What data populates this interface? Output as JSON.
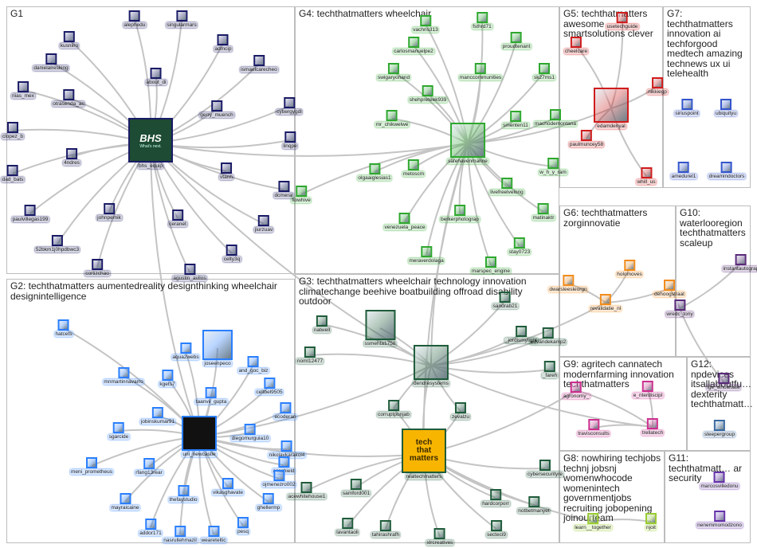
{
  "groups": [
    {
      "id": "G1",
      "title": "G1"
    },
    {
      "id": "G2",
      "title": "G2: techthatmatters aumentedreality designthinking wheelchair designintelligence"
    },
    {
      "id": "G3",
      "title": "G3: techthatmatters wheelchair technology innovation climatechange beehive boatbuilding offroad disability outdoor"
    },
    {
      "id": "G4",
      "title": "G4: techthatmatters wheelchair"
    },
    {
      "id": "G5",
      "title": "G5: techthatmatters awesome smartsolutions clever"
    },
    {
      "id": "G6",
      "title": "G6: techthatmatters zorginnovatie"
    },
    {
      "id": "G7",
      "title": "G7: techthatmatters innovation ai techforgood medtech amazing technews ux ui telehealth"
    },
    {
      "id": "G8",
      "title": "G8: nowhiring techjobs technj jobsnj womenwhocode womenintech governmentjobs recruiting jobopening joinourteam"
    },
    {
      "id": "G9",
      "title": "G9: agritech cannatech modernfarming innovation techthatmatters"
    },
    {
      "id": "G10",
      "title": "G10: waterlooregion techthatmatters scaleup"
    },
    {
      "id": "G11",
      "title": "G11: techthatmatt… ar security"
    },
    {
      "id": "G12",
      "title": "G12: npdevices itsallaboutfu… dexterity techthatmatt…"
    }
  ],
  "hubs": {
    "bhs": {
      "brand": "BHS",
      "tagline": "What's next."
    },
    "ttm": {
      "text": "tech\nthat\nmatters"
    }
  },
  "nodes": [
    {
      "id": "bhs_equip",
      "label": "bhs_equip",
      "group": "G1",
      "hub": "bhs"
    },
    {
      "id": "alephedu",
      "label": "alephedu",
      "group": "G1"
    },
    {
      "id": "singularmars",
      "label": "singularmars",
      "group": "G1"
    },
    {
      "id": "kusniiro",
      "label": "kusniiro",
      "group": "G1"
    },
    {
      "id": "danielalresking",
      "label": "danielalresking",
      "group": "G1"
    },
    {
      "id": "admcip",
      "label": "admcip",
      "group": "G1"
    },
    {
      "id": "ismaelcarecheo",
      "label": "ismaelcarecheo",
      "group": "G1"
    },
    {
      "id": "about_di",
      "label": "about_di",
      "group": "G1"
    },
    {
      "id": "riias_mex",
      "label": "riias_mex",
      "group": "G1"
    },
    {
      "id": "otrasenda_ac",
      "label": "otrasenda_ac",
      "group": "G1"
    },
    {
      "id": "gerry_muench",
      "label": "gerry_muench",
      "group": "G1"
    },
    {
      "id": "cybergygdl",
      "label": "cybergygdl",
      "group": "G1"
    },
    {
      "id": "clopez_b",
      "label": "clopez_b",
      "group": "G1"
    },
    {
      "id": "linqpe",
      "label": "linqpe",
      "group": "G1"
    },
    {
      "id": "4ndres",
      "label": "4ndres",
      "group": "G1"
    },
    {
      "id": "dad_bats",
      "label": "dad_bats",
      "group": "G1"
    },
    {
      "id": "vtanh",
      "label": "vtanh",
      "group": "G1"
    },
    {
      "id": "dcmeral",
      "label": "dcmeral",
      "group": "G1"
    },
    {
      "id": "paulvillegas199",
      "label": "paulvillegas199",
      "group": "G1"
    },
    {
      "id": "johnpemik",
      "label": "johnpemik",
      "group": "G1"
    },
    {
      "id": "ceranet",
      "label": "ceranet",
      "group": "G1"
    },
    {
      "id": "jiurzuav",
      "label": "jiurzuav",
      "group": "G1"
    },
    {
      "id": "52bkm1j0hpdbwc3",
      "label": "52bkm1j0hpdbwc3",
      "group": "G1"
    },
    {
      "id": "celty3q",
      "label": "celty3q",
      "group": "G1"
    },
    {
      "id": "cortizchao",
      "label": "cortizchao",
      "group": "G1"
    },
    {
      "id": "agustin_avilos",
      "label": "agustin_avilos",
      "group": "G1"
    },
    {
      "id": "safehavenmarine",
      "label": "safehavenmarine",
      "group": "G4",
      "hubSize": "big"
    },
    {
      "id": "vachris313",
      "label": "vachris313",
      "group": "G4"
    },
    {
      "id": "fsthrd71",
      "label": "fsthrd71",
      "group": "G4"
    },
    {
      "id": "carlosmanuelpe2",
      "label": "carlosmanuelpe2",
      "group": "G4"
    },
    {
      "id": "proudtenant",
      "label": "proudtenant",
      "group": "G4"
    },
    {
      "id": "swigaryonand",
      "label": "swigaryonand",
      "group": "G4"
    },
    {
      "id": "manccommunities",
      "label": "manccommunities",
      "group": "G4"
    },
    {
      "id": "sk27ms1",
      "label": "sk27ms1",
      "group": "G4"
    },
    {
      "id": "shehpreteek939",
      "label": "shehpreteek939",
      "group": "G4"
    },
    {
      "id": "mr_chikwelwe",
      "label": "mr_chikwelwe",
      "group": "G4"
    },
    {
      "id": "smenten11",
      "label": "smenten11",
      "group": "G4"
    },
    {
      "id": "machodemontana",
      "label": "machodemontana",
      "group": "G4"
    },
    {
      "id": "w_h_y_ram",
      "label": "w_h_y_ram",
      "group": "G4"
    },
    {
      "id": "olgaaiglesias1",
      "label": "olgaaiglesias1",
      "group": "G4"
    },
    {
      "id": "metoscm",
      "label": "metoscm",
      "group": "G4"
    },
    {
      "id": "livefreelvelong",
      "label": "livefreelvelong",
      "group": "G4"
    },
    {
      "id": "flowhive",
      "label": "flowhive",
      "group": "G4"
    },
    {
      "id": "venezuela_peace",
      "label": "venezuela_peace",
      "group": "G4"
    },
    {
      "id": "berkerphotograp",
      "label": "berkerphotograp",
      "group": "G4"
    },
    {
      "id": "matinaktr",
      "label": "matinaktr",
      "group": "G4"
    },
    {
      "id": "meraverdolaga",
      "label": "meraverdolaga",
      "group": "G4"
    },
    {
      "id": "marspec_engine",
      "label": "marspec_engine",
      "group": "G4"
    },
    {
      "id": "stay0723",
      "label": "stay0723",
      "group": "G4"
    },
    {
      "id": "edamdenyal",
      "label": "edamdenyal",
      "group": "G5",
      "hubSize": "big"
    },
    {
      "id": "usetechguide",
      "label": "usetechguide",
      "group": "G5"
    },
    {
      "id": "cheelcare",
      "label": "cheelcare",
      "group": "G5"
    },
    {
      "id": "nikkiegp",
      "label": "nikkiegp",
      "group": "G5"
    },
    {
      "id": "paulmuncey58",
      "label": "paulmuncey58",
      "group": "G5"
    },
    {
      "id": "whill_us",
      "label": "whill_us",
      "group": "G5"
    },
    {
      "id": "siriuspoint",
      "label": "siriuspoint",
      "group": "G7"
    },
    {
      "id": "ubiquityu",
      "label": "ubiquityu",
      "group": "G7"
    },
    {
      "id": "amedurel1",
      "label": "amedurel1",
      "group": "G7"
    },
    {
      "id": "dreamindoctors",
      "label": "dreamindoctors",
      "group": "G7"
    },
    {
      "id": "holomoves",
      "label": "holomoves",
      "group": "G6"
    },
    {
      "id": "dwarsleesleorgn",
      "label": "dwarsleesleorgn",
      "group": "G6"
    },
    {
      "id": "dehoogstraat",
      "label": "dehoogstraat",
      "group": "G6"
    },
    {
      "id": "revalidatie_nl",
      "label": "revalidatie_nl",
      "group": "G6"
    },
    {
      "id": "instantautograp",
      "label": "instantautograp",
      "group": "G10"
    },
    {
      "id": "wredc_tony",
      "label": "wredc_tony",
      "group": "G10"
    },
    {
      "id": "joseenpeco",
      "label": "joseenpeco",
      "group": "G2",
      "hubSize": "mid"
    },
    {
      "id": "hatcets",
      "label": "hatcets",
      "group": "G2"
    },
    {
      "id": "aqua2webs",
      "label": "aqua2webs",
      "group": "G2"
    },
    {
      "id": "and_goc_biz",
      "label": "and_goc_biz",
      "group": "G2"
    },
    {
      "id": "mnmartinnavarro",
      "label": "mnmartinnavarro",
      "group": "G2"
    },
    {
      "id": "kgets7",
      "label": "kgets7",
      "group": "G2"
    },
    {
      "id": "celtbel9505",
      "label": "celtbel9505",
      "group": "G2"
    },
    {
      "id": "taanvii_gupta",
      "label": "taanvii_gupta",
      "group": "G2"
    },
    {
      "id": "jobinskumar91",
      "label": "jobinskumar91",
      "group": "G2"
    },
    {
      "id": "ecoderan",
      "label": "ecoderan",
      "group": "G2"
    },
    {
      "id": "sgarcide",
      "label": "sgarcide",
      "group": "G2"
    },
    {
      "id": "uni_newcastle",
      "label": "uni_newcastle",
      "group": "G2",
      "hubSize": "big",
      "dark": true
    },
    {
      "id": "diegomurguia10",
      "label": "diegomurguia10",
      "group": "G2"
    },
    {
      "id": "nikolaykarakol4",
      "label": "nikolaykarakol4",
      "group": "G2"
    },
    {
      "id": "meni_prometheus",
      "label": "meni_prometheus",
      "group": "G2"
    },
    {
      "id": "rfang13rear",
      "label": "rfang13rear",
      "group": "G2"
    },
    {
      "id": "acsshield",
      "label": "acsshield",
      "group": "G2"
    },
    {
      "id": "ojmenezro002",
      "label": "ojmenezro002",
      "group": "G2"
    },
    {
      "id": "vikasghavate",
      "label": "vikasghavate",
      "group": "G2"
    },
    {
      "id": "mayraicaine",
      "label": "mayraicaine",
      "group": "G2"
    },
    {
      "id": "thefaystudio",
      "label": "thefaystudio",
      "group": "G2"
    },
    {
      "id": "ghellermp",
      "label": "ghellermp",
      "group": "G2"
    },
    {
      "id": "addor171",
      "label": "addor171",
      "group": "G2"
    },
    {
      "id": "pesq",
      "label": "pesq",
      "group": "G2"
    },
    {
      "id": "nasrullehmazil",
      "label": "nasrullehmazil",
      "group": "G2"
    },
    {
      "id": "weareteltic",
      "label": "weareteltic",
      "group": "G2"
    },
    {
      "id": "dendresystems",
      "label": "dendresystems",
      "group": "G3",
      "hubSize": "big"
    },
    {
      "id": "natwell",
      "label": "natwell",
      "group": "G3"
    },
    {
      "id": "ssmehta1758",
      "label": "ssmehta1758",
      "group": "G3",
      "hubSize": "mid"
    },
    {
      "id": "_jordismylight",
      "label": "_jordismylight",
      "group": "G3"
    },
    {
      "id": "edvandekamp2",
      "label": "edvandekamp2",
      "group": "G3"
    },
    {
      "id": "noml12477",
      "label": "noml12477",
      "group": "G3"
    },
    {
      "id": "corruptpunjab",
      "label": "corruptpunjab",
      "group": "G3"
    },
    {
      "id": "zevalzu",
      "label": "zevalzu",
      "group": "G3"
    },
    {
      "id": "sandrab21",
      "label": "sandrab21",
      "group": "G3"
    },
    {
      "id": "realtechmatters",
      "label": "realtechmatters",
      "group": "G3",
      "hub": "ttm"
    },
    {
      "id": "acewhitehouse1",
      "label": "acewhitehouse1",
      "group": "G3"
    },
    {
      "id": "samford001",
      "label": "samford001",
      "group": "G3"
    },
    {
      "id": "cybersecurityre",
      "label": "cybersecurityre",
      "group": "G3"
    },
    {
      "id": "hardcorporr",
      "label": "hardcorporr",
      "group": "G3"
    },
    {
      "id": "notbetmanyet",
      "label": "notbetmanyet",
      "group": "G3"
    },
    {
      "id": "lavantaoli",
      "label": "lavantaoli",
      "group": "G3"
    },
    {
      "id": "tahirashrafh",
      "label": "tahirashrafh",
      "group": "G3"
    },
    {
      "id": "secteci9",
      "label": "secteci9",
      "group": "G3"
    },
    {
      "id": "xlrcreatives",
      "label": "xlrcreatives",
      "group": "G3"
    },
    {
      "id": "_fareh",
      "label": "_fareh",
      "group": "G3"
    },
    {
      "id": "agronomy_",
      "label": "agronomy_",
      "group": "G9"
    },
    {
      "id": "e_nterdiscipl",
      "label": "e_nterdiscipl",
      "group": "G9"
    },
    {
      "id": "travisconsults",
      "label": "travisconsults",
      "group": "G9"
    },
    {
      "id": "trellatech",
      "label": "trellatech",
      "group": "G9"
    },
    {
      "id": "steepergroup",
      "label": "steepergroup",
      "group": "G12"
    },
    {
      "id": "ige_wholesale",
      "label": "ige_wholesale",
      "group": "G10"
    },
    {
      "id": "learn__together",
      "label": "learn__together",
      "group": "G8"
    },
    {
      "id": "njoit",
      "label": "njoit",
      "group": "G8"
    },
    {
      "id": "marcosvilledonu",
      "label": "marcosvilledonu",
      "group": "G11"
    },
    {
      "id": "nenemmomodzono",
      "label": "nenemmomodzono",
      "group": "G11"
    }
  ],
  "colors": {
    "G1": "#1a1a66",
    "G2": "#2a7fff",
    "G3": "#1f5c3a",
    "G4": "#2ea82e",
    "G5": "#d01c1c",
    "G6": "#f28c1c",
    "G7": "#3355cc",
    "G8": "#9acd32",
    "G9": "#cc2f8f",
    "G10": "#5a2a7a",
    "G11": "#6633aa",
    "G12": "#3a6aa0",
    "edge": "#c4c4c4",
    "border": "#bdbdbd"
  }
}
